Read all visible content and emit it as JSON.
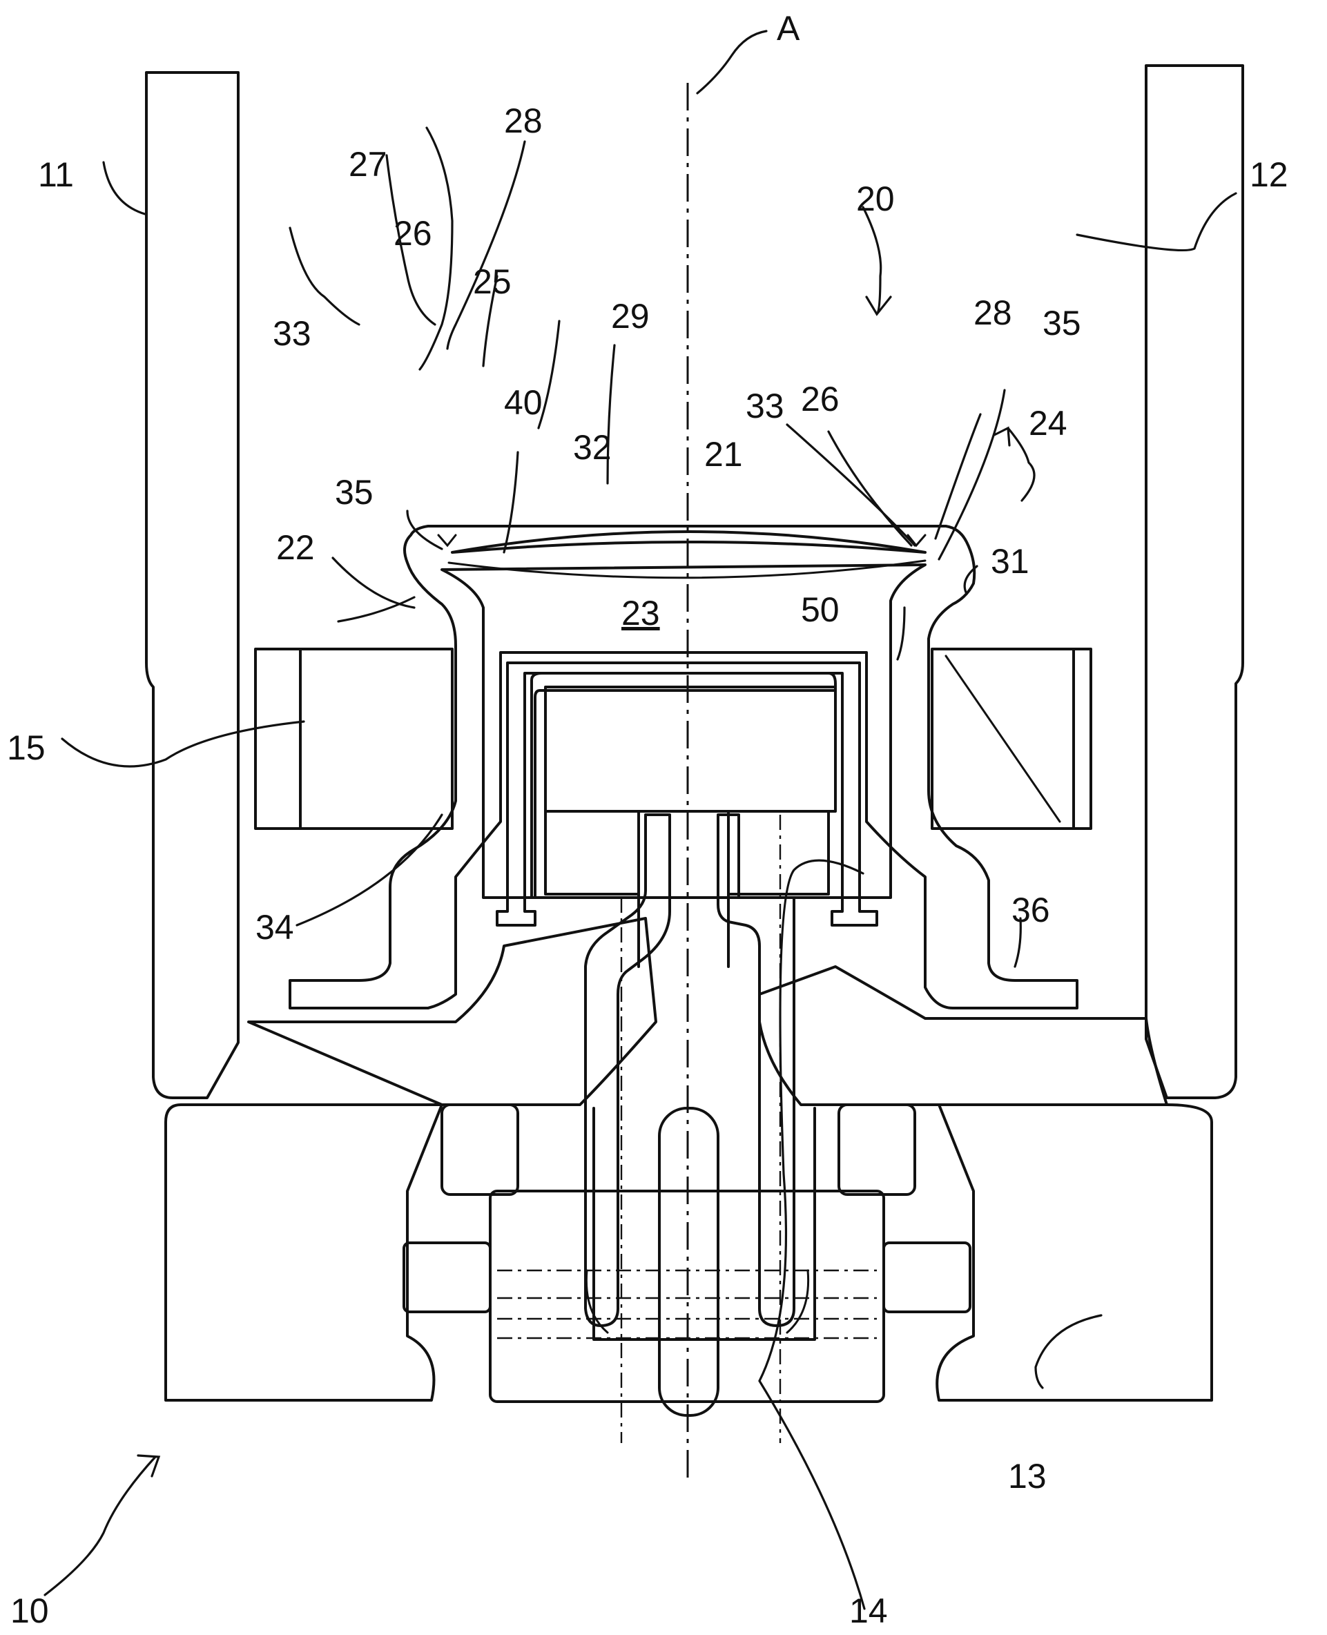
{
  "figure": {
    "axis_label": "A",
    "labels": {
      "l10": "10",
      "l11": "11",
      "l12": "12",
      "l13": "13",
      "l14": "14",
      "l15": "15",
      "l20": "20",
      "l21": "21",
      "l22": "22",
      "l23": "23",
      "l24": "24",
      "l25": "25",
      "l26a": "26",
      "l26b": "26",
      "l27": "27",
      "l28a": "28",
      "l28b": "28",
      "l29": "29",
      "l31": "31",
      "l32": "32",
      "l33a": "33",
      "l33b": "33",
      "l34": "34",
      "l35a": "35",
      "l35b": "35",
      "l36": "36",
      "l40": "40",
      "l50": "50"
    }
  }
}
